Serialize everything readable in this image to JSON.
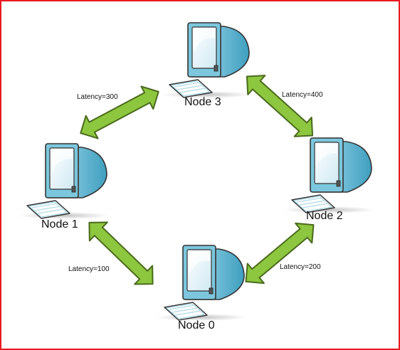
{
  "nodes": {
    "n3": {
      "label": "Node 3"
    },
    "n1": {
      "label": "Node 1"
    },
    "n2": {
      "label": "Node 2"
    },
    "n0": {
      "label": "Node 0"
    }
  },
  "links": {
    "l31": {
      "label": "Latency=300"
    },
    "l32": {
      "label": "Latency=400"
    },
    "l10": {
      "label": "Latency=100"
    },
    "l20": {
      "label": "Latency=200"
    }
  },
  "colors": {
    "frame": "#e8191d",
    "arrow_fill": "#8dc63f",
    "arrow_stroke": "#4a6b1c",
    "monitor": "#7cc7dd",
    "screen": "#e9f6fb"
  },
  "icons": [
    "computer-icon",
    "double-arrow-icon"
  ]
}
